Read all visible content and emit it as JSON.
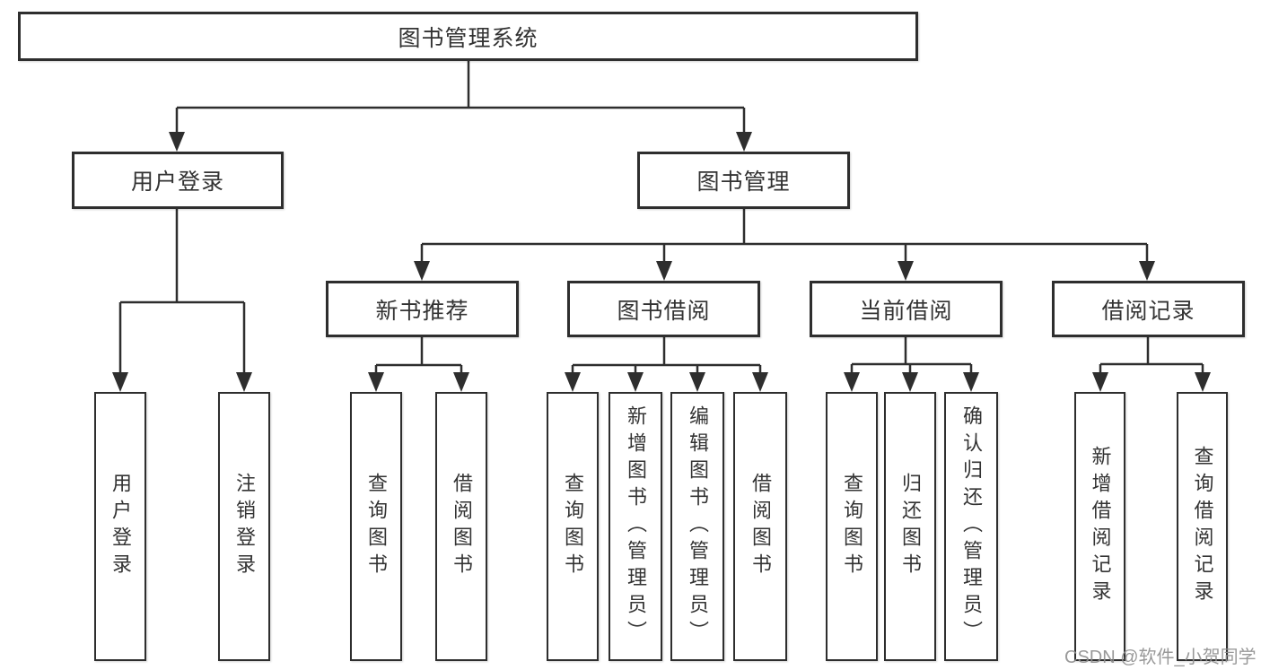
{
  "diagram": {
    "tree": {
      "root": "图书管理系统",
      "branches": [
        {
          "label": "用户登录",
          "children": [
            "用户登录",
            "注销登录"
          ]
        },
        {
          "label": "图书管理",
          "children": [
            {
              "label": "新书推荐",
              "children": [
                "查询图书",
                "借阅图书"
              ]
            },
            {
              "label": "图书借阅",
              "children": [
                "查询图书",
                "新增图书（管理员）",
                "编辑图书（管理员）",
                "借阅图书"
              ]
            },
            {
              "label": "当前借阅",
              "children": [
                "查询图书",
                "归还图书",
                "确认归还（管理员）"
              ]
            },
            {
              "label": "借阅记录",
              "children": [
                "新增借阅记录",
                "查询借阅记录"
              ]
            }
          ]
        }
      ]
    },
    "watermark": "CSDN @软件_小贺同学",
    "colors": {
      "line": "#2e2e2e",
      "border": "#2e2e2e",
      "text": "#333333",
      "watermark": "#8f8f8f",
      "background": "#ffffff"
    }
  }
}
